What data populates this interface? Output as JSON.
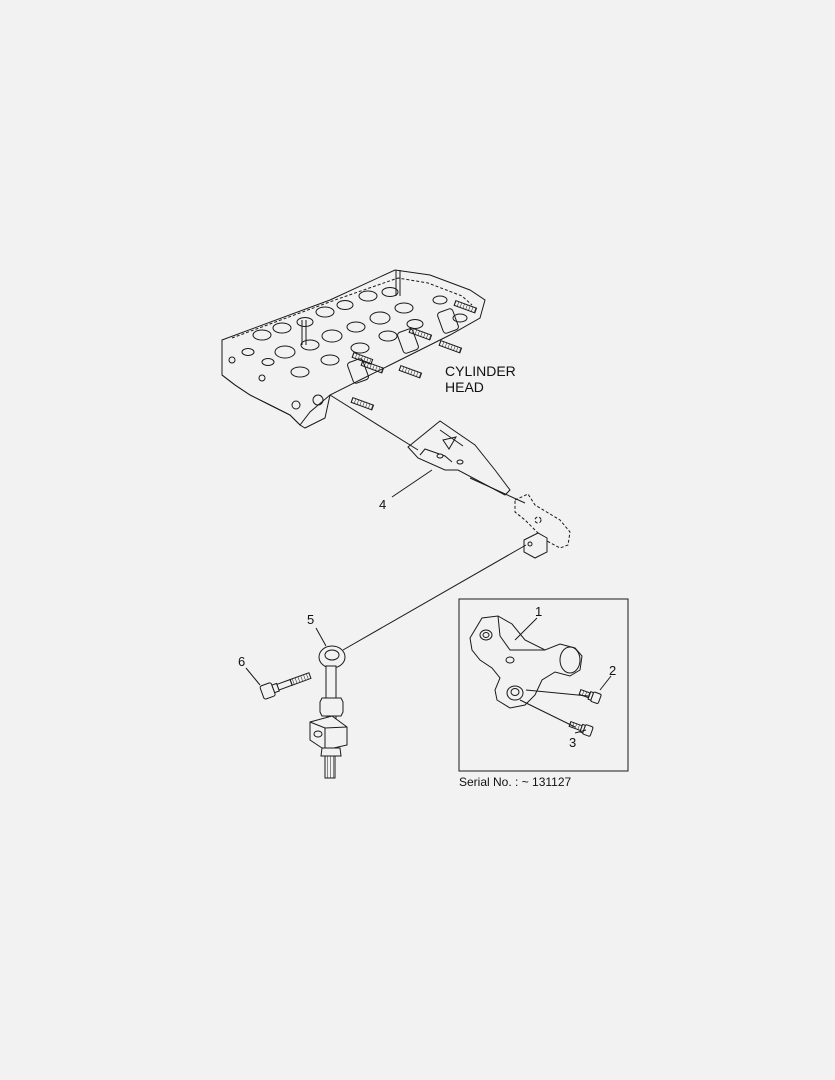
{
  "labels": {
    "cylinder_head_line1": "CYLINDER",
    "cylinder_head_line2": "HEAD",
    "serial": "Serial No. : ~ 131127"
  },
  "parts": [
    {
      "num": "1"
    },
    {
      "num": "2"
    },
    {
      "num": "3"
    },
    {
      "num": "4"
    },
    {
      "num": "5"
    },
    {
      "num": "6"
    }
  ],
  "colors": {
    "background": "#f2f2f2",
    "line": "#1a1a1a"
  }
}
